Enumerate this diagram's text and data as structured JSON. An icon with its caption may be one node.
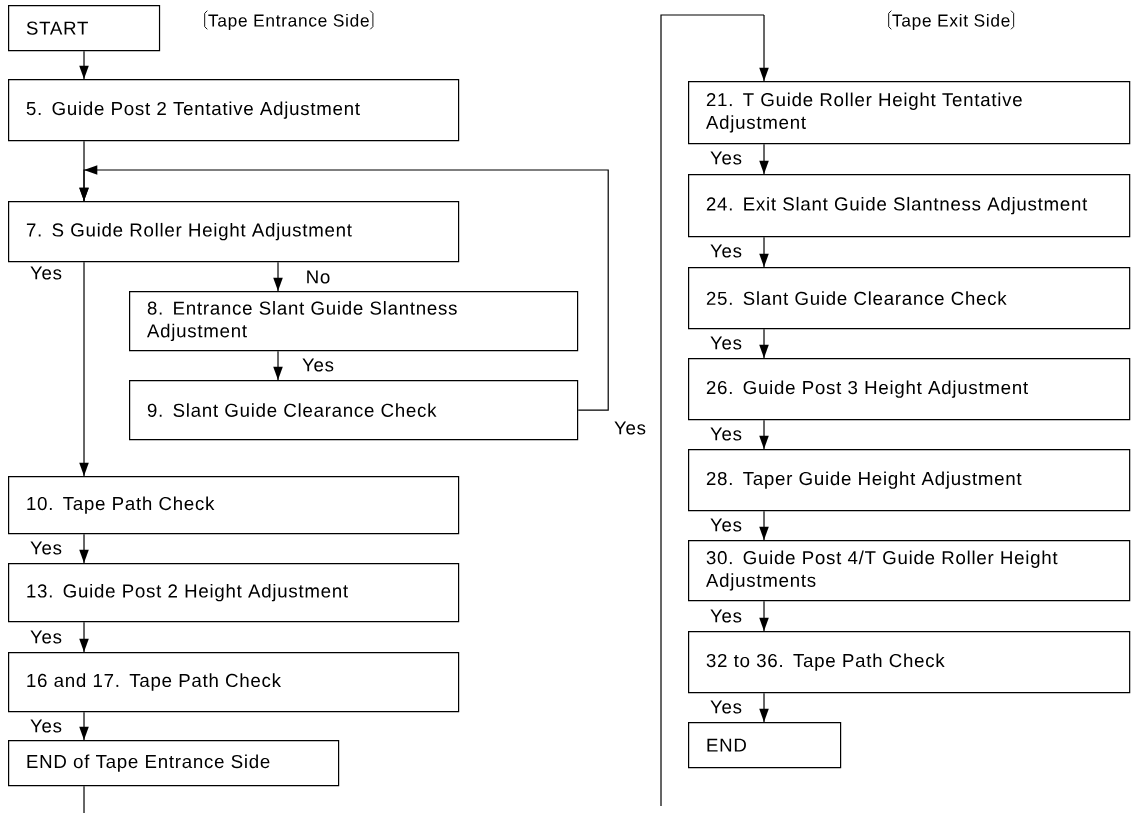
{
  "diagram": {
    "nodes": [
      {
        "text": [
          "START"
        ]
      },
      {
        "text": [
          "5. Guide Post 2 Tentative Adjustment"
        ]
      },
      {
        "text": [
          "7. S Guide Roller Height Adjustment"
        ]
      },
      {
        "text": [
          "8. Entrance Slant Guide Slantness Adjustment"
        ]
      },
      {
        "text": [
          "9. Slant Guide Clearance Check"
        ]
      },
      {
        "text": [
          "10. Tape Path Check"
        ]
      },
      {
        "text": [
          "13. Guide Post 2 Height Adjustment"
        ]
      },
      {
        "text": [
          "16 and 17. Tape Path Check"
        ]
      },
      {
        "text": [
          "END of Tape Entrance Side"
        ]
      },
      {
        "text": [
          "21. T Guide Roller Height Tentative Adjustment"
        ]
      },
      {
        "text": [
          "24. Exit Slant Guide Slantness Adjustment"
        ]
      },
      {
        "text": [
          "25. Slant Guide Clearance Check"
        ]
      },
      {
        "text": [
          "26. Guide Post 3 Height Adjustment"
        ]
      },
      {
        "text": [
          "28. Taper Guide Height Adjustment"
        ]
      },
      {
        "text": [
          "30. Guide Post 4/T Guide Roller Height Adjustments"
        ]
      },
      {
        "text": [
          "32 to 36. Tape Path Check"
        ]
      },
      {
        "text": [
          "END"
        ]
      }
    ],
    "edges": [
      {
        "from": 0,
        "to": 1,
        "arrow": "to"
      },
      {
        "from": 1,
        "to": 2,
        "arrow": "to"
      },
      {
        "from": 2,
        "to": 3,
        "arrow": "to",
        "label": "No"
      },
      {
        "from": 3,
        "to": 4,
        "arrow": "to",
        "label": "Yes"
      },
      {
        "from": 4,
        "to": 2,
        "arrow": "to",
        "label": "Yes"
      },
      {
        "from": 2,
        "to": 5,
        "arrow": "to",
        "label": "Yes"
      },
      {
        "from": 5,
        "to": 6,
        "arrow": "to",
        "label": "Yes"
      },
      {
        "from": 6,
        "to": 7,
        "arrow": "to",
        "label": "Yes"
      },
      {
        "from": 7,
        "to": 8,
        "arrow": "to",
        "label": "Yes"
      },
      {
        "from": 8,
        "to": null,
        "arrow": "none"
      },
      {
        "from": null,
        "to": 9,
        "arrow": "to"
      },
      {
        "from": 9,
        "to": 10,
        "arrow": "to",
        "label": "Yes"
      },
      {
        "from": 10,
        "to": 11,
        "arrow": "to",
        "label": "Yes"
      },
      {
        "from": 11,
        "to": 12,
        "arrow": "to",
        "label": "Yes"
      },
      {
        "from": 12,
        "to": 13,
        "arrow": "to",
        "label": "Yes"
      },
      {
        "from": 13,
        "to": 14,
        "arrow": "to",
        "label": "Yes"
      },
      {
        "from": 14,
        "to": 15,
        "arrow": "to",
        "label": "Yes"
      },
      {
        "from": 15,
        "to": 16,
        "arrow": "to",
        "label": "Yes"
      }
    ],
    "labels": [
      "Tape Entrance Side",
      "Tape Exit Side"
    ]
  }
}
